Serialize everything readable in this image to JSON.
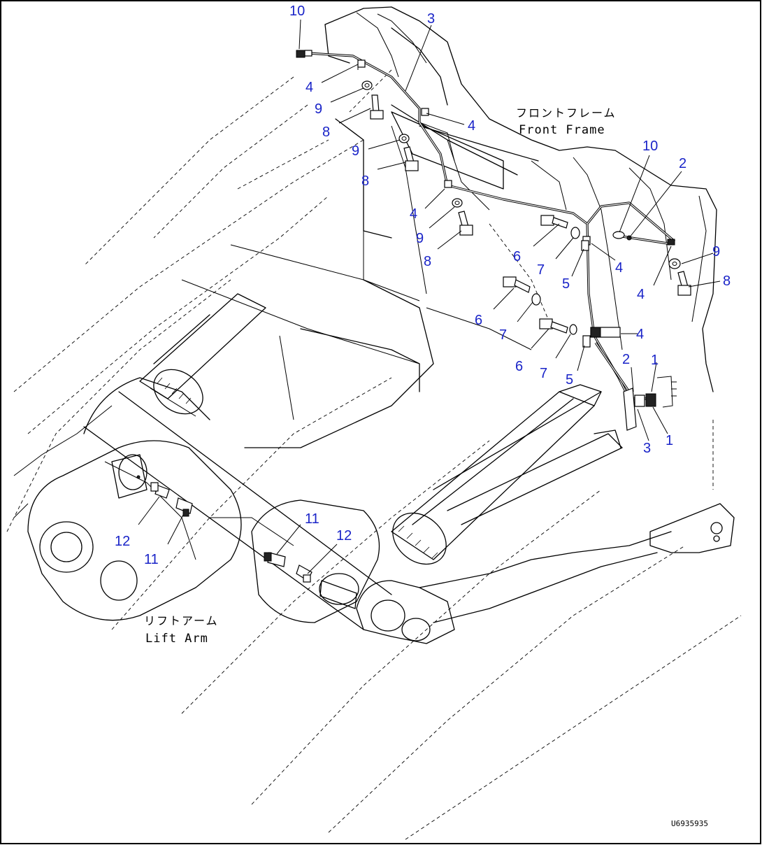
{
  "labels": {
    "front_frame_jp": "フロントフレーム",
    "front_frame_en": "Front Frame",
    "lift_arm_jp": "リフトアーム",
    "lift_arm_en": "Lift Arm",
    "drawing_code": "U6935935"
  },
  "callouts": {
    "c10_top": "10",
    "c3_top": "3",
    "c4_a": "4",
    "c9_a": "9",
    "c8_a": "8",
    "c4_b": "4",
    "c9_b": "9",
    "c8_b": "8",
    "c4_c": "4",
    "c9_c": "9",
    "c8_c": "8",
    "c10_right": "10",
    "c2_top": "2",
    "c6_a": "6",
    "c7_a": "7",
    "c5_a": "5",
    "c4_d": "4",
    "c4_e": "4",
    "c9_d": "9",
    "c8_d": "8",
    "c6_b": "6",
    "c7_b": "7",
    "c6_c": "6",
    "c7_c": "7",
    "c5_b": "5",
    "c4_f": "4",
    "c2_low": "2",
    "c1_a": "1",
    "c3_low": "3",
    "c1_b": "1",
    "c11_left": "11",
    "c12_left": "12",
    "c11_mid": "11",
    "c12_mid": "12"
  },
  "colors": {
    "callout": "#1a24c8",
    "line": "#000000",
    "background": "#ffffff"
  }
}
